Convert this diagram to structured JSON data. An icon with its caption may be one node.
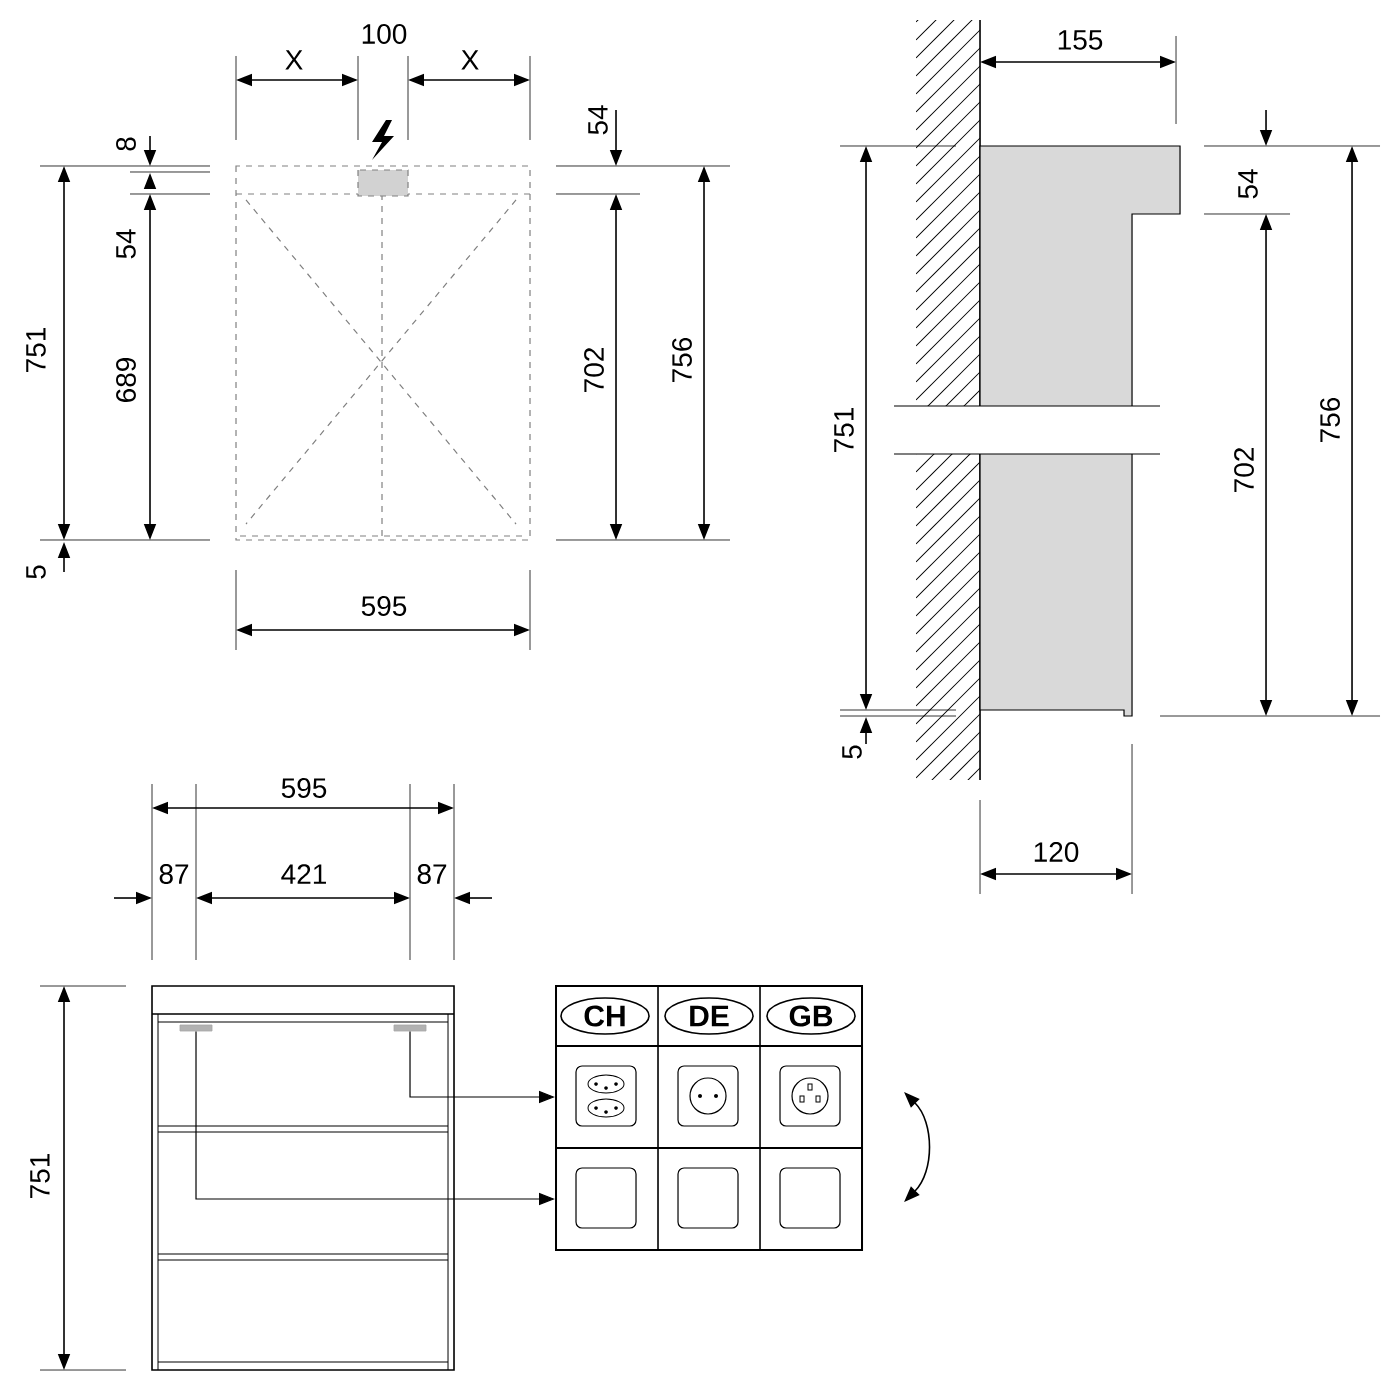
{
  "diagram": {
    "nodes": [
      {
        "text": [],
        "shape": "bar"
      },
      {
        "text": [],
        "shape": "bar"
      },
      {
        "text": [],
        "shape": "box"
      },
      {
        "text": [
          "CH"
        ],
        "in": 2
      },
      {
        "text": [
          "DE"
        ],
        "in": 2
      },
      {
        "text": [
          "GB"
        ],
        "in": 2
      },
      {
        "text": [],
        "shape": "box",
        "in": 2
      },
      {
        "text": [],
        "shape": "box",
        "in": 2
      }
    ],
    "edges": [
      {
        "from": 1,
        "to": 6,
        "arrow": "to"
      },
      {
        "from": 0,
        "to": 7,
        "arrow": "to"
      }
    ],
    "labels": [
      "X",
      "100",
      "X",
      "8",
      "54",
      "751",
      "689",
      "5",
      "54",
      "702",
      "756",
      "595",
      "155",
      "751",
      "5",
      "54",
      "702",
      "756",
      "120",
      "595",
      "87",
      "421",
      "87",
      "751"
    ]
  }
}
